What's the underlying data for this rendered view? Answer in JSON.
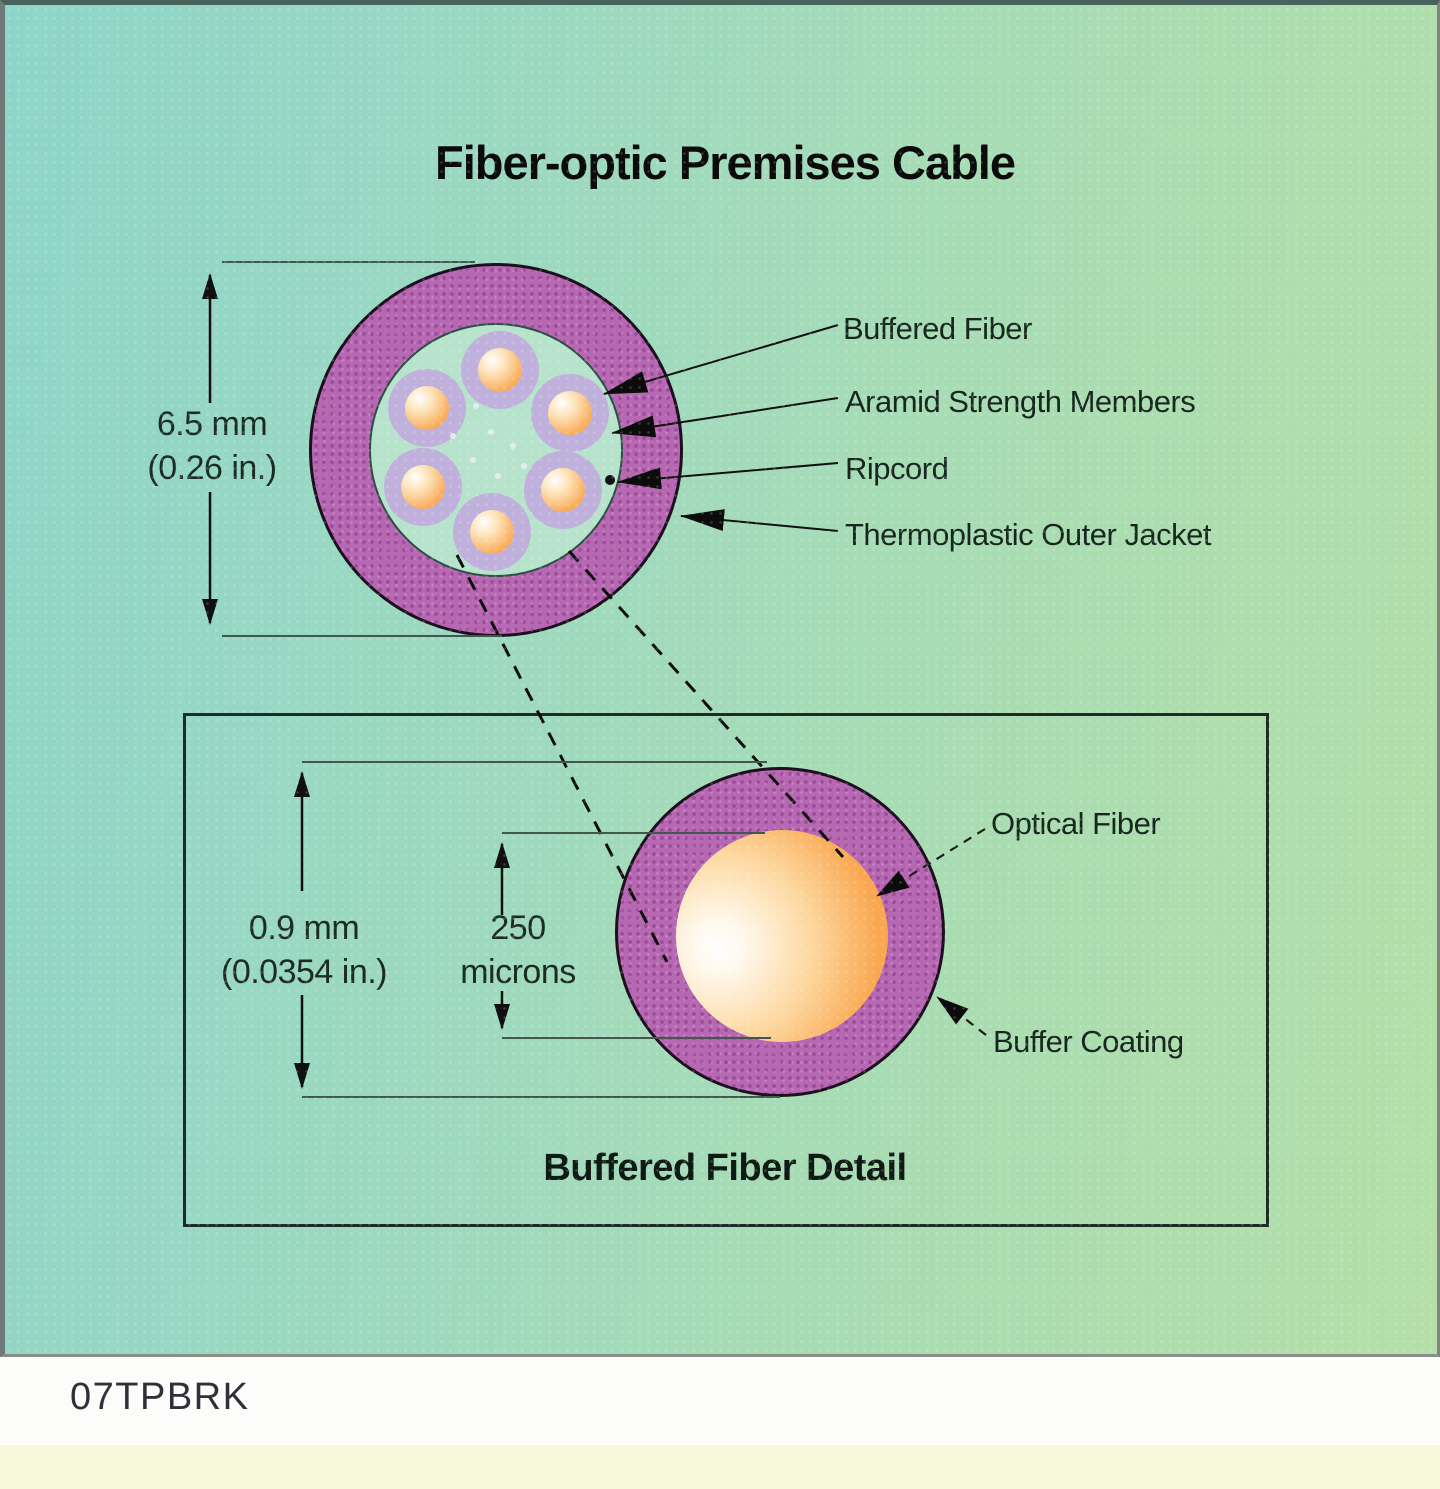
{
  "title": "Fiber-optic Premises Cable",
  "cross_section": {
    "dimension_label": {
      "value": "6.5 mm",
      "unit": "(0.26 in.)"
    },
    "callouts": {
      "buffered_fiber": "Buffered Fiber",
      "aramid": "Aramid Strength Members",
      "ripcord": "Ripcord",
      "jacket": "Thermoplastic Outer Jacket"
    }
  },
  "detail": {
    "caption": "Buffered Fiber Detail",
    "outer_dimension": {
      "value": "0.9 mm",
      "unit": "(0.0354 in.)"
    },
    "fiber_dimension": {
      "value": "250",
      "unit": "microns"
    },
    "callouts": {
      "optical_fiber": "Optical Fiber",
      "buffer_coating": "Buffer Coating"
    }
  },
  "footer": {
    "code": "07TPBRK"
  },
  "colors": {
    "jacket_purple": "#b768b2",
    "buffer_lavender": "#c0b1dc",
    "fiber_orange": "#f9a855",
    "core_green": "#b7e3cd",
    "background_teal": "#8ed5c9",
    "background_green": "#b4dfa8",
    "footer_yellow": "#f8f8da"
  }
}
